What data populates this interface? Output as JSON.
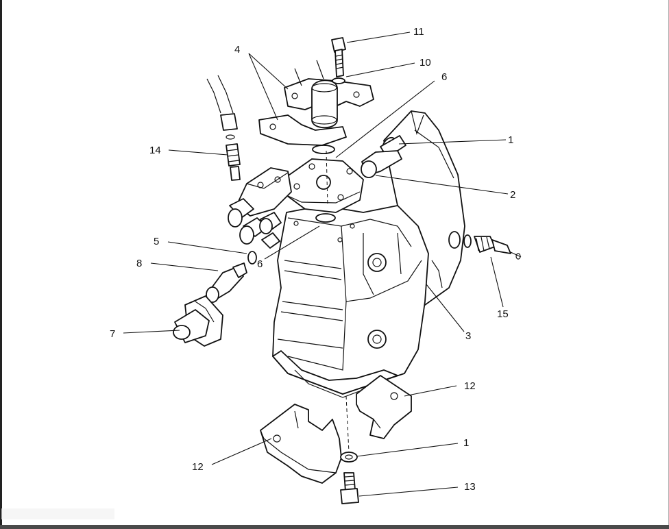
{
  "diagram": {
    "callouts": [
      "11",
      "10",
      "6",
      "4",
      "1",
      "14",
      "2",
      "5",
      "6",
      "8",
      "15",
      "3",
      "7",
      "12",
      "1",
      "12",
      "13"
    ]
  }
}
